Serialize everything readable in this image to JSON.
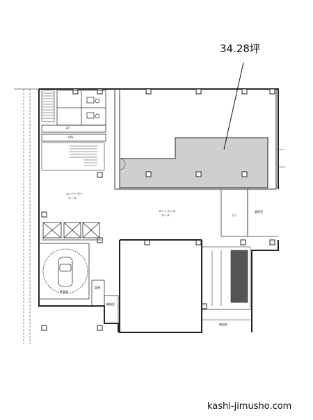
{
  "floor_plan": {
    "area_label": "34.28坪",
    "labels": {
      "bt": "BT",
      "eps": "EPS",
      "elevator_hall": "エレベーター",
      "elevator_hall_sub": "ホール",
      "entrance": "エントランス",
      "entrance_sub": "ホール",
      "room_1": "(1)",
      "room_2": "管理室",
      "room_3": "倉庫",
      "room_4": "機械室",
      "parking": "駐車場",
      "stairs_room": "階段室"
    },
    "colors": {
      "wall": "#222222",
      "highlight": "#cfcfcf",
      "line": "#555555"
    }
  },
  "footer": {
    "site": "kashi-jimusho.com"
  }
}
